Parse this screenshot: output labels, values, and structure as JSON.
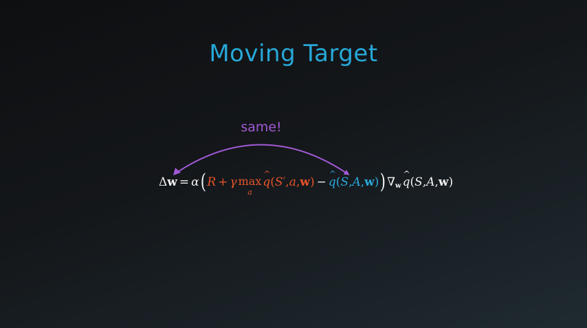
{
  "slide": {
    "title": "Moving Target",
    "annotation": "same!",
    "accent_title": "#27a8d8",
    "accent_annotation": "#a35ad8",
    "accent_target": "#e8542a",
    "accent_estimate": "#2ba9da"
  },
  "equation": {
    "lhs_delta": "Δ",
    "lhs_w": "w",
    "equals": "=",
    "alpha": "α",
    "open_paren": "(",
    "R": "R",
    "plus": "+",
    "gamma": "γ",
    "max": "max",
    "max_sub": "a",
    "q1": "q",
    "q1_args_open": "(",
    "q1_S": "S′",
    "q1_comma1": ",",
    "q1_a": "a",
    "q1_comma2": ",",
    "q1_w": "w",
    "q1_args_close": ")",
    "minus": "−",
    "q2": "q",
    "q2_args_open": "(",
    "q2_S": "S",
    "q2_comma1": ",",
    "q2_A": "A",
    "q2_comma2": ",",
    "q2_w": "w",
    "q2_args_close": ")",
    "close_paren": ")",
    "nabla": "∇",
    "nabla_sub": "w",
    "q3": "q",
    "q3_args_open": "(",
    "q3_S": "S",
    "q3_comma1": ",",
    "q3_A": "A",
    "q3_comma2": ",",
    "q3_w": "w",
    "q3_args_close": ")"
  }
}
